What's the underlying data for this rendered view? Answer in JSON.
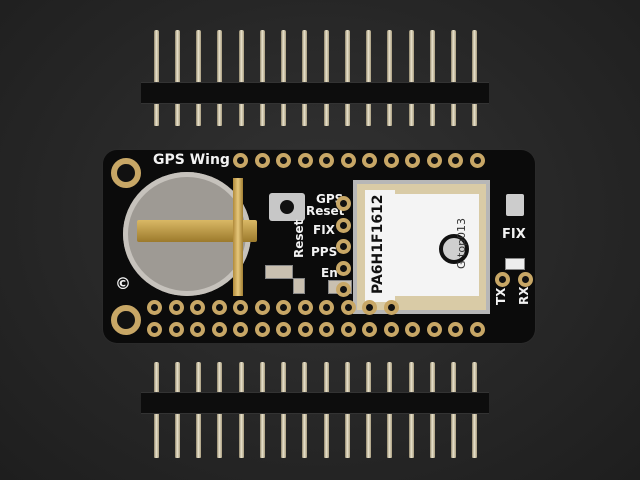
{
  "scene": {
    "description": "Adafruit GPS FeatherWing board with two loose male pin headers on dark background",
    "background_color": "#2a2a2a",
    "board_color": "#0b0b0b",
    "pad_color": "#c8a766"
  },
  "headers": {
    "top": {
      "pins": 16
    },
    "bottom": {
      "pins": 16
    }
  },
  "board": {
    "title": "GPS Wing",
    "labels": {
      "gps_reset_1": "GPS",
      "gps_reset_2": "Reset",
      "reset": "Reset",
      "fix": "FIX",
      "pps": "PPS",
      "en": "En",
      "fix_led": "FIX",
      "tx": "TX",
      "rx": "RX",
      "copyright": "©"
    },
    "gps_module": {
      "part_number": "PA6H1F1612",
      "antenna_text": "G top013"
    }
  }
}
